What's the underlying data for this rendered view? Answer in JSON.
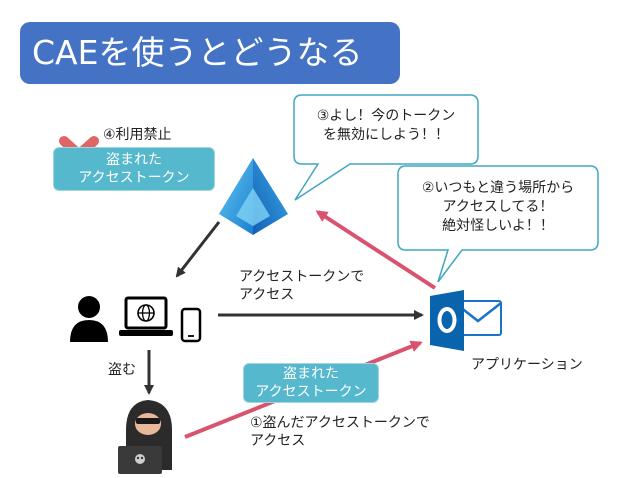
{
  "title": "CAEを使うとどうなる",
  "ban_label": "④利用禁止",
  "stolen_token_top": {
    "line1": "盗まれた",
    "line2": "アクセストークン"
  },
  "stolen_token_bottom": {
    "line1": "盗まれた",
    "line2": "アクセストークン"
  },
  "bubble_invalidate": {
    "line1": "③よし！今のトークン",
    "line2": "を無効にしよう！！"
  },
  "bubble_suspicious": {
    "line1": "②いつもと違う場所から",
    "line2": "アクセスしてる！",
    "line3": "絶対怪しいよ！！"
  },
  "access_arrow_label": {
    "line1": "アクセストークンで",
    "line2": "アクセス"
  },
  "app_label": "アプリケーション",
  "steal_label": "盗む",
  "attacker_access_label": {
    "line1": "①盗んだアクセストークンで",
    "line2": "アクセス"
  },
  "colors": {
    "title_bg": "#4472c4",
    "teal": "#56b8cc",
    "red_arrow": "#d9526e",
    "bubble_border": "#41a6c2",
    "outlook_blue": "#0a64ad",
    "ban_x": "#e06666"
  },
  "icons": [
    "azure-ad-icon",
    "ban-x-icon",
    "user-icon",
    "laptop-globe-icon",
    "phone-icon",
    "outlook-icon",
    "hacker-icon"
  ]
}
